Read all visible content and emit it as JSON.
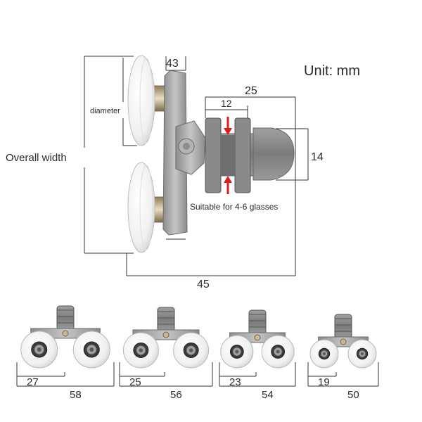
{
  "unit_label": "Unit: mm",
  "main_diagram": {
    "overall_width_label": "Overall width",
    "diameter_label": "diameter",
    "thickness_label": "43",
    "depth_label": "25",
    "inner_gap_label": "12",
    "height_label": "14",
    "total_width_label": "45",
    "glass_note": "Suitable for 4-6 glasses"
  },
  "variants": [
    {
      "diameter": "27",
      "overall_width": "58"
    },
    {
      "diameter": "25",
      "overall_width": "56"
    },
    {
      "diameter": "23",
      "overall_width": "54"
    },
    {
      "diameter": "19",
      "overall_width": "50"
    }
  ],
  "colors": {
    "wheel": "#f2f2f2",
    "metal_plate": "#a8a8a8",
    "plastic": "#8e8e8e",
    "arrow": "#d81e1e",
    "dimension_line": "#333333"
  }
}
